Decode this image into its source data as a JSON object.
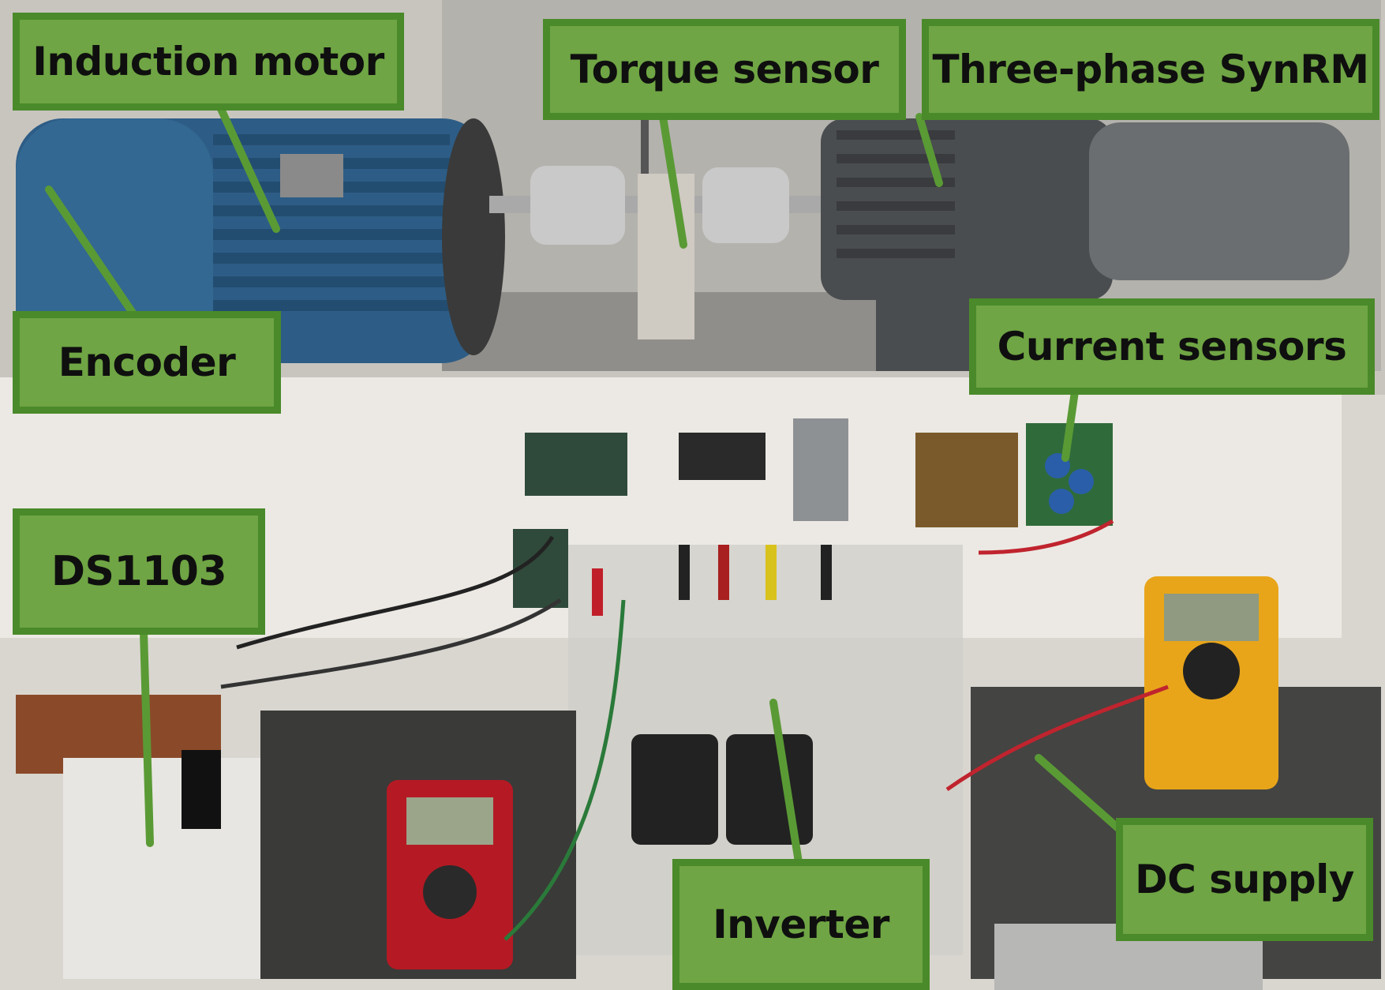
{
  "labels": {
    "induction_motor": "Induction motor",
    "torque_sensor": "Torque sensor",
    "synrm": "Three-phase SynRM",
    "encoder": "Encoder",
    "current_sensors": "Current sensors",
    "ds1103": "DS1103",
    "dc_supply": "DC supply",
    "inverter": "Inverter"
  },
  "colors": {
    "label_fill": "#6fa544",
    "label_border": "#4a8a2a",
    "leader_line": "#5a9a35"
  }
}
